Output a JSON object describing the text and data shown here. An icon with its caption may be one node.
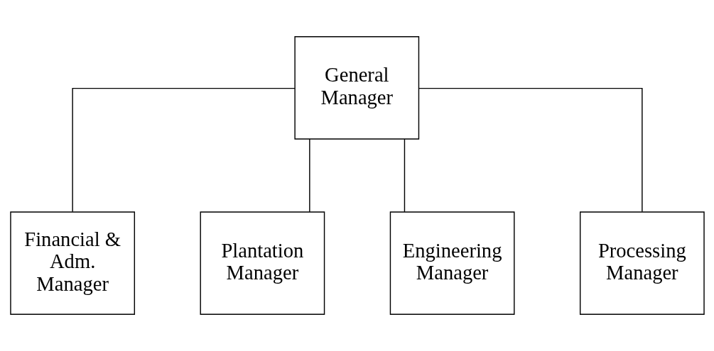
{
  "diagram": {
    "nodes": [
      {
        "text": [
          "General Manager"
        ]
      },
      {
        "text": [
          "Financial & Adm. Manager"
        ]
      },
      {
        "text": [
          "Plantation Manager"
        ]
      },
      {
        "text": [
          "Engineering Manager"
        ]
      },
      {
        "text": [
          "Processing Manager"
        ]
      }
    ],
    "edges": [
      {
        "from": 0,
        "to": 1,
        "arrow": "none"
      },
      {
        "from": 0,
        "to": 2,
        "arrow": "none"
      },
      {
        "from": 0,
        "to": 3,
        "arrow": "none"
      },
      {
        "from": 0,
        "to": 4,
        "arrow": "none"
      }
    ]
  }
}
